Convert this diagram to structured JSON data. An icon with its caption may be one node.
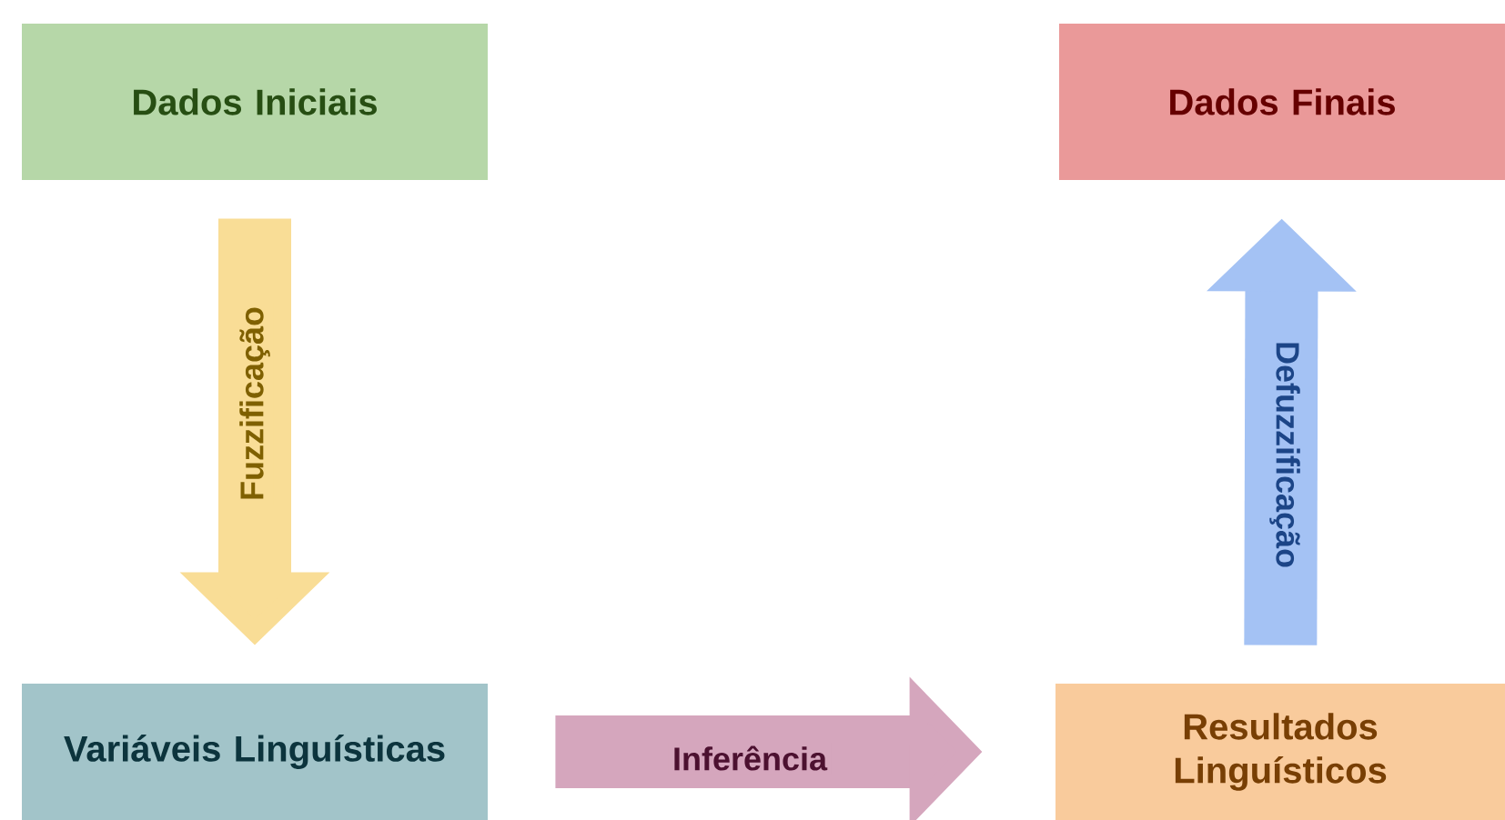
{
  "diagram": {
    "nodes": [
      {
        "text": [
          "Dados Iniciais"
        ]
      },
      {
        "text": [
          "Dados Finais"
        ]
      },
      {
        "text": [
          "Variáveis Linguísticas"
        ]
      },
      {
        "text": [
          "Resultados Linguísticos"
        ]
      }
    ],
    "edges": [
      {
        "from": 0,
        "to": 2,
        "arrow": "to",
        "label": "Fuzzificação",
        "color": "#f9dd96"
      },
      {
        "from": 2,
        "to": 3,
        "arrow": "to",
        "label": "Inferência",
        "color": "#d5a6bd"
      },
      {
        "from": 3,
        "to": 1,
        "arrow": "to",
        "label": "Defuzzificação",
        "color": "#a4c2f4"
      }
    ]
  }
}
